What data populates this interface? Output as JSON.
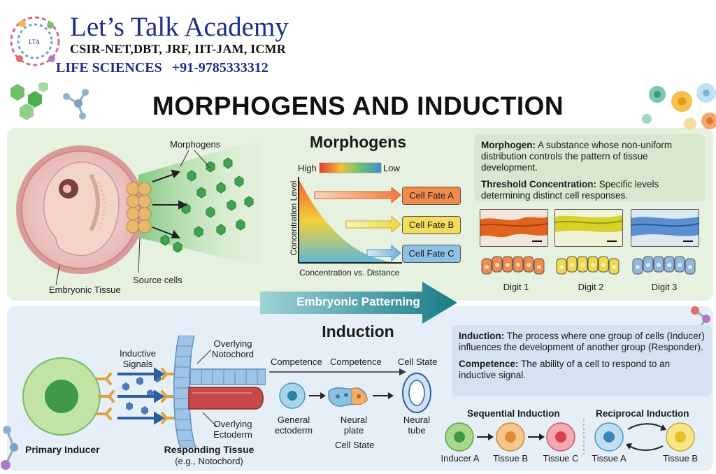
{
  "branding": {
    "name": "Let’s Talk Academy",
    "subtitle_line1": "CSIR-NET,DBT, JRF, IIT-JAM, ICMR",
    "subtitle_line2": "LIFE SCIENCES",
    "phone": "+91-9785333312",
    "logo_text": "LTA"
  },
  "title": "MORPHOGENS AND INDUCTION",
  "morphogens": {
    "heading": "Morphogens",
    "label_morphogens": "Morphogens",
    "label_source_cells": "Source cells",
    "label_embryonic_tissue": "Embryonic Tissue",
    "gradient_high": "High",
    "gradient_low": "Low",
    "y_axis": "Concentration Level",
    "x_axis": "Concentration vs. Distance",
    "fates": [
      "Cell Fate A",
      "Cell Fate B",
      "Cell Fate C"
    ],
    "fate_colors": [
      "#f28a4a",
      "#f2de5a",
      "#8fc1e6"
    ],
    "definition_morphogen_term": "Morphogen:",
    "definition_morphogen_text": " A substance whose non-uniform distribution controls the pattern of tissue development.",
    "definition_threshold_term": "Threshold Concentration:",
    "definition_threshold_text": " Specific levels determining distinct cell responses.",
    "digits": [
      "Digit 1",
      "Digit 2",
      "Digit 3"
    ],
    "digit_colors": [
      "#f28a4a",
      "#f2d84a",
      "#8fb8e0"
    ]
  },
  "banner": "Embryonic Patterning",
  "induction": {
    "heading": "Induction",
    "label_inductive_signals": "Inductive\nSignals",
    "label_overlying_notochord": "Overlying\nNotochord",
    "label_overlying_ectoderm": "Overlying\nEctoderm",
    "label_primary_inducer": "Primary Inducer",
    "label_responding_tissue": "Responding Tissue",
    "label_responding_eg": "(e.g., Notochord)",
    "competence_1": "Competence",
    "competence_2": "Competence",
    "cell_state_top": "Cell State",
    "cell_state_bottom": "Cell State",
    "stage_general": "General\nectoderm",
    "stage_plate": "Neural\nplate",
    "stage_tube": "Neural\ntube",
    "definition_induction_term": "Induction:",
    "definition_induction_text": " The process where one group of cells (Inducer) influences the development of another group (Responder).",
    "definition_competence_term": "Competence:",
    "definition_competence_text": " The ability of a cell to respond to an inductive signal.",
    "sequential_heading": "Sequential Induction",
    "reciprocal_heading": "Reciprocal Induction",
    "sequential": [
      "Inducer A",
      "Tissue B",
      "Tissue C"
    ],
    "reciprocal": [
      "Tissue A",
      "Tissue B"
    ]
  }
}
